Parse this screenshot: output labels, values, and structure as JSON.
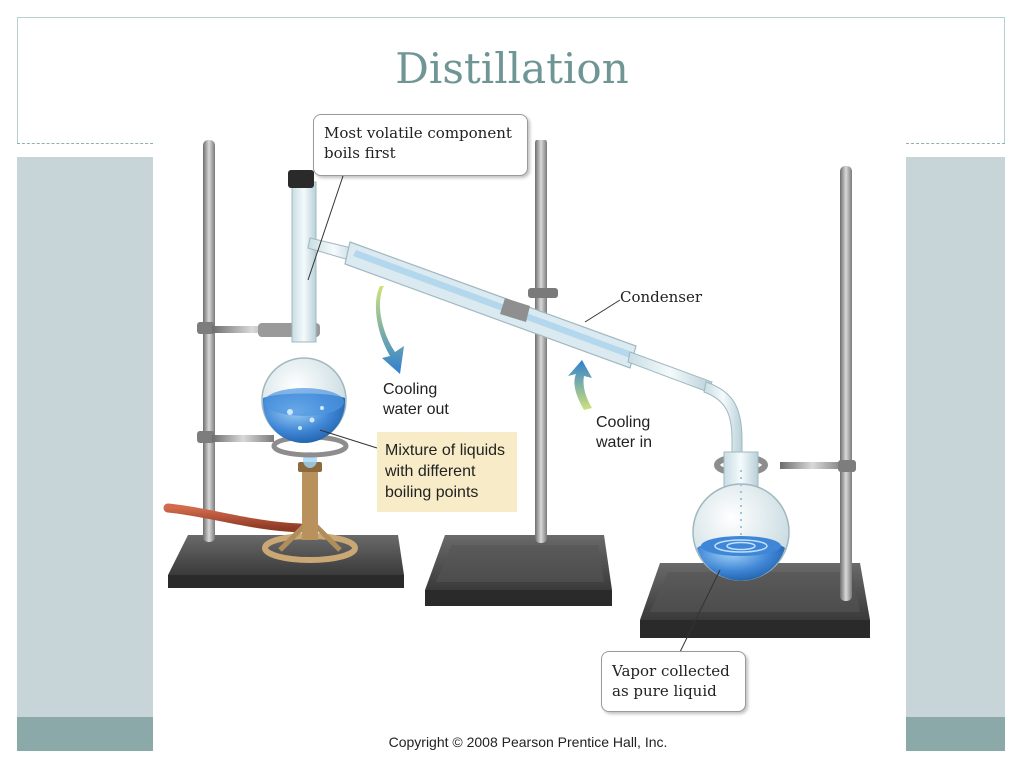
{
  "slide": {
    "title": "Distillation",
    "copyright": "Copyright © 2008 Pearson Prentice Hall, Inc."
  },
  "callouts": {
    "volatile": {
      "line1": "Most volatile component",
      "line2": "boils first"
    },
    "mixture": {
      "line1": "Mixture of liquids",
      "line2": "with different",
      "line3": "boiling points"
    },
    "vapor": {
      "line1": "Vapor collected",
      "line2": "as pure liquid"
    }
  },
  "labels": {
    "condenser": "Condenser",
    "cooling_out": {
      "line1": "Cooling",
      "line2": "water out"
    },
    "cooling_in": {
      "line1": "Cooling",
      "line2": "water in"
    }
  },
  "colors": {
    "title": "#6f9595",
    "side_panel": "#c7d4d8",
    "side_footer": "#8aa9a8",
    "mixture_box": "#f7ecc7",
    "liquid": "#3f86d6",
    "tubing": "#b5553a",
    "burner": "#c9a876"
  }
}
